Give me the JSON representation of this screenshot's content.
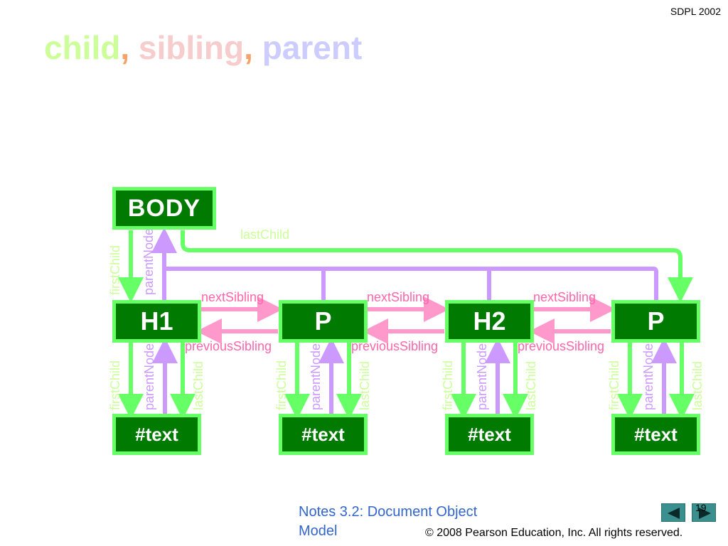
{
  "header": {
    "tag": "SDPL 2002"
  },
  "title": {
    "child": "child",
    "comma1": ",",
    "sibling": "sibling",
    "comma2": ",",
    "parent": "parent"
  },
  "nodes": {
    "body": "BODY",
    "h1": "H1",
    "p1": "P",
    "h2": "H2",
    "p2": "P",
    "text1": "#text",
    "text2": "#text",
    "text3": "#text",
    "text4": "#text"
  },
  "labels": {
    "last_child": "lastChild",
    "first_child": "firstChild",
    "parent_node": "parentNode",
    "next_sibling": "nextSibling",
    "previous_sibling": "previousSibling"
  },
  "colors": {
    "node_fill": "#007a00",
    "node_border": "#66ff66",
    "child_arrow": "#66ff66",
    "parent_arrow": "#cc99ff",
    "sibling_arrow": "#ff99cc",
    "child_label": "#ccff99",
    "parent_label": "#cc99ff",
    "sibling_label": "#ff66aa"
  },
  "footer": {
    "notes": "Notes 3.2: Document Object Model",
    "copyright": "© 2008 Pearson Education, Inc.  All rights reserved.",
    "page_number": "19"
  },
  "navigation": {
    "prev_icon": "triangle-left-icon",
    "next_icon": "triangle-right-icon"
  }
}
